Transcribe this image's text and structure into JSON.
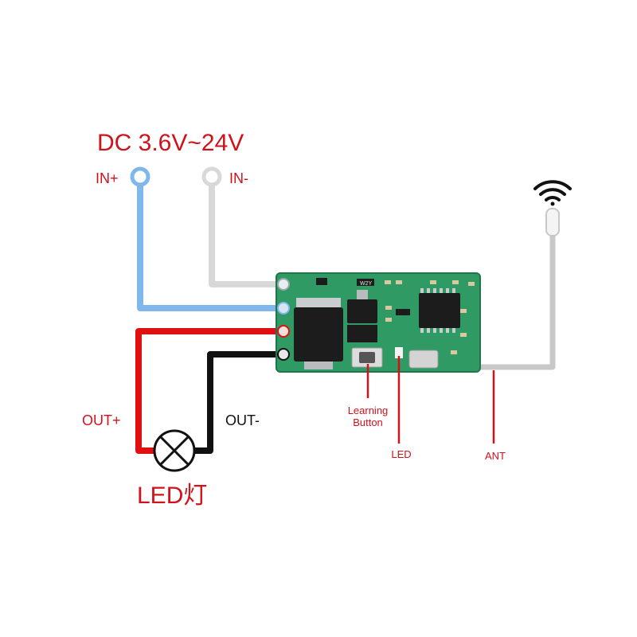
{
  "title": "DC 3.6V~24V",
  "terminals": {
    "in_plus": "IN+",
    "in_minus": "IN-",
    "out_plus": "OUT+",
    "out_minus": "OUT-"
  },
  "load_label": "LED灯",
  "callouts": {
    "learning_line1": "Learning",
    "learning_line2": "Button",
    "led": "LED",
    "ant": "ANT"
  },
  "board_silkscreen": "W2Y",
  "colors": {
    "label_red": "#d0121b",
    "wire_blue": "#7fb7ec",
    "wire_grey": "#d8d8d8",
    "wire_red": "#e01010",
    "wire_black": "#111111",
    "pcb_green": "#2f9a63",
    "antenna_grey": "#c8c8c8"
  },
  "icons": [
    "wifi-signal-icon",
    "lamp-cross-icon"
  ]
}
